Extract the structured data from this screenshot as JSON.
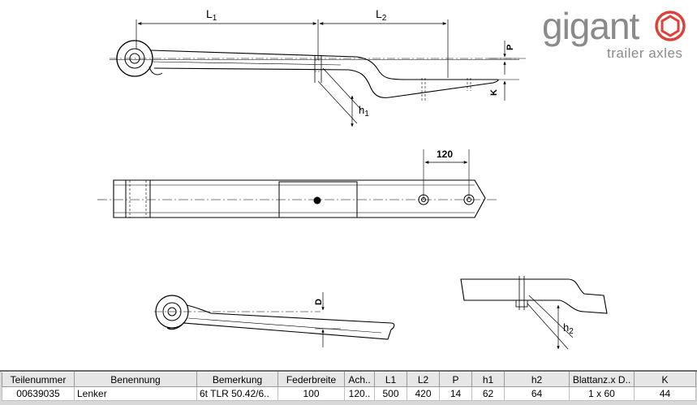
{
  "logo": {
    "word": "gigant",
    "tagline": "trailer axles",
    "accent": "#e0403a"
  },
  "drawing": {
    "labels": {
      "l1": "L",
      "l1_sub": "1",
      "l2": "L",
      "l2_sub": "2",
      "p": "P",
      "k": "K",
      "h1": "h",
      "h1_sub": "1",
      "h2": "h",
      "h2_sub": "2",
      "d": "D",
      "dim120": "120"
    }
  },
  "table": {
    "columns": [
      "Teilenummer",
      "Benennung",
      "Bemerkung",
      "Federbreite",
      "Ach..",
      "L1",
      "L2",
      "P",
      "h1",
      "h2",
      "Blattanz.x D..",
      "K"
    ],
    "rows": [
      [
        "00639035",
        "Lenker",
        "6t TLR 50.42/6..",
        "100",
        "120..",
        "500",
        "420",
        "14",
        "62",
        "64",
        "1 x 60",
        "44"
      ]
    ]
  }
}
